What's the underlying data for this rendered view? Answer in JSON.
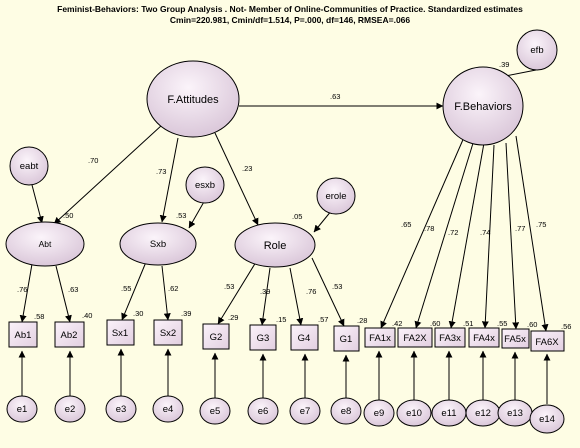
{
  "title": {
    "line1": "Feminist-Behaviors: Two Group Analysis . Not- Member of Online-Communities of Practice. Standardized estimates",
    "line2": "Cmin=220.981, Cmin/df=1.514, P=.000, df=146, RMSEA=.066"
  },
  "colors": {
    "background": "#FEFDE4",
    "node_fill_light": "#F8EEF6",
    "node_fill_dark": "#D9C6D8",
    "stroke": "#000000"
  },
  "latents": {
    "attitudes": "F.Attitudes",
    "behaviors": "F.Behaviors",
    "abt": "Abt",
    "sxb": "Sxb",
    "role": "Role"
  },
  "disturbances": {
    "efb": "efb",
    "eabt": "eabt",
    "esxb": "esxb",
    "erole": "erole"
  },
  "observed": {
    "ab1": "Ab1",
    "ab2": "Ab2",
    "sx1": "Sx1",
    "sx2": "Sx2",
    "g2": "G2",
    "g3": "G3",
    "g4": "G4",
    "g1": "G1",
    "fa1x": "FA1x",
    "fa2x": "FA2X",
    "fa3x": "FA3x",
    "fa4x": "FA4x",
    "fa5x": "FA5x",
    "fa6x": "FA6X"
  },
  "errors": {
    "e1": "e1",
    "e2": "e2",
    "e3": "e3",
    "e4": "e4",
    "e5": "e5",
    "e6": "e6",
    "e7": "e7",
    "e8": "e8",
    "e9": "e9",
    "e10": "e10",
    "e11": "e11",
    "e12": "e12",
    "e13": "e13",
    "e14": "e14"
  },
  "paths": {
    "att_beh": ".63",
    "att_abt": ".70",
    "att_sxb": ".73",
    "att_role": ".23",
    "abt_ab1": ".76",
    "abt_ab2": ".63",
    "sxb_sx1": ".55",
    "sxb_sx2": ".62",
    "role_g2": ".53",
    "role_g3": ".39",
    "role_g4": ".76",
    "role_g1": ".53",
    "beh_fa1x": ".65",
    "beh_fa2x": ".78",
    "beh_fa3x": ".72",
    "beh_fa4x": ".74",
    "beh_fa5x": ".77",
    "beh_fa6x": ".75"
  },
  "r2": {
    "behaviors": ".39",
    "abt": ".50",
    "sxb": ".53",
    "role": ".05",
    "ab1": ".58",
    "ab2": ".40",
    "sx1": ".30",
    "sx2": ".39",
    "g2": ".29",
    "g3": ".15",
    "g4": ".57",
    "g1": ".28",
    "fa1x": ".42",
    "fa2x": ".60",
    "fa3x": ".51",
    "fa4x": ".55",
    "fa5x": ".60",
    "fa6x": ".56"
  }
}
